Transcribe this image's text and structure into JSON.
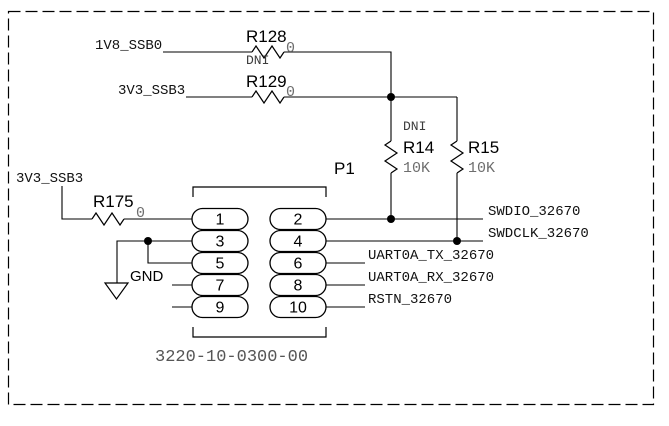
{
  "sheet": {
    "type": "circuit-schematic",
    "colors": {
      "wire": "#000000",
      "background": "#ffffff",
      "value_text": "#6e6e6e",
      "note_text": "#3c3c3c",
      "part_number_text": "#555555",
      "net_text": "#111111"
    }
  },
  "nets": {
    "power_in_top": "1V8_SSB0",
    "power_in_second": "3V3_SSB3",
    "left_supply": "3V3_SSB3",
    "ground": "GND",
    "signals": [
      "SWDIO_32670",
      "SWDCLK_32670",
      "UART0A_TX_32670",
      "UART0A_RX_32670",
      "RSTN_32670"
    ]
  },
  "resistors": {
    "r128": {
      "refdes": "R128",
      "value": "0",
      "note": "DNI"
    },
    "r129": {
      "refdes": "R129",
      "value": "0"
    },
    "r14": {
      "refdes": "R14",
      "value": "10K",
      "note": "DNI"
    },
    "r15": {
      "refdes": "R15",
      "value": "10K"
    },
    "r175": {
      "refdes": "R175",
      "value": "0"
    }
  },
  "connector": {
    "refdes": "P1",
    "part_number": "3220-10-0300-00",
    "left_pins": [
      "1",
      "3",
      "5",
      "7",
      "9"
    ],
    "right_pins": [
      "2",
      "4",
      "6",
      "8",
      "10"
    ]
  }
}
